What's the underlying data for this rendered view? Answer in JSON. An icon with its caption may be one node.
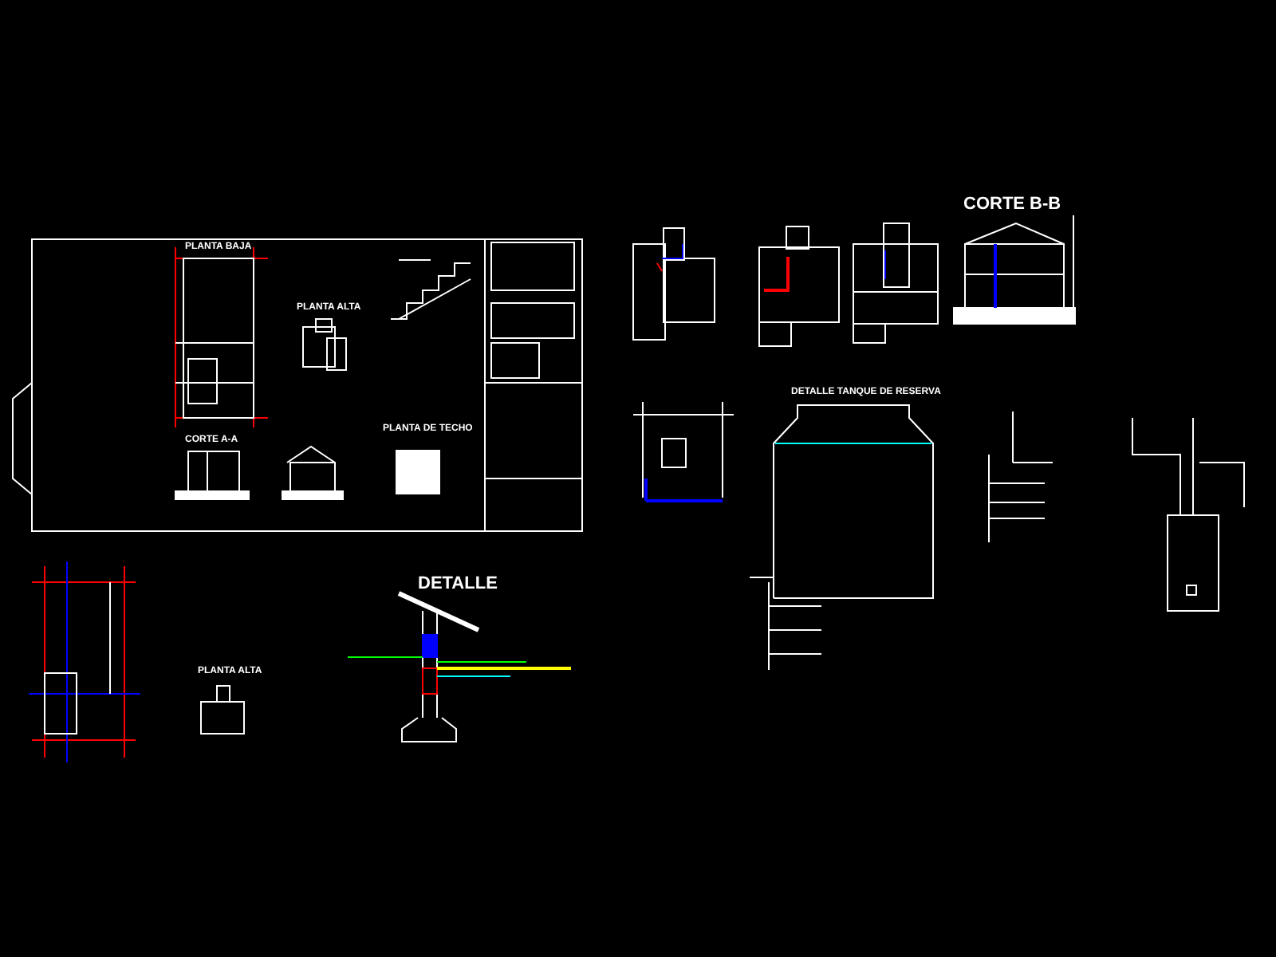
{
  "diagram": {
    "labels": [
      "CORTE B-B",
      "PLANTA BAJA",
      "PLANTA ALTA",
      "DETALLE TANQUE DE RESERVA",
      "PLANTA DE TECHO",
      "CORTE A-A",
      "DETALLE",
      "PLANTA ALTA"
    ]
  }
}
